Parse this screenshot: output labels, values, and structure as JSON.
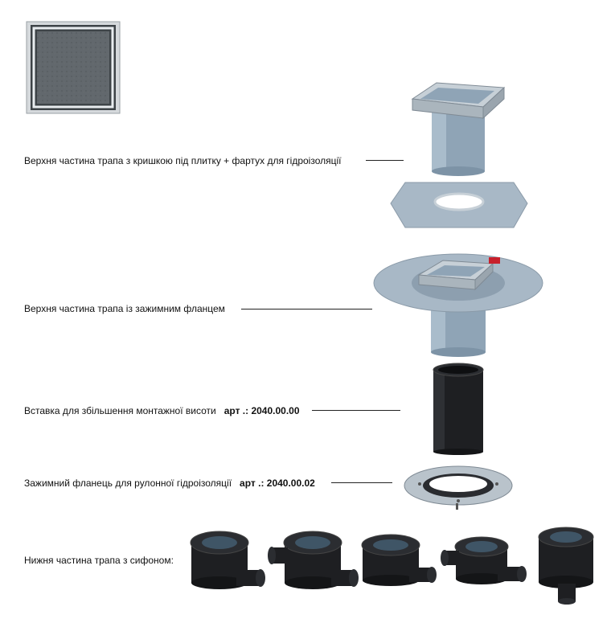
{
  "labels": {
    "upper_tile": {
      "text": "Верхня частина трапа з кришкою під плитку + фартух для гідроізоляції"
    },
    "upper_flange": {
      "text": "Верхня частина трапа із зажимним фланцем"
    },
    "extension": {
      "text": "Вставка для збільшення монтажної висоти",
      "art": "арт .: 2040.00.00"
    },
    "clamp_flange": {
      "text": "Зажимний фланець для рулонної гідроізоляції",
      "art": "арт .: 2040.00.02"
    },
    "lower_siphon": {
      "text": "Нижня частина трапа з сифоном:"
    }
  },
  "colors": {
    "steel": "#b9c3cb",
    "steel_dark": "#7f8a94",
    "membrane": "#a8b8c6",
    "pipe": "#8fa4b6",
    "black_plastic": "#1e1f22",
    "tile": "#5e6468"
  }
}
